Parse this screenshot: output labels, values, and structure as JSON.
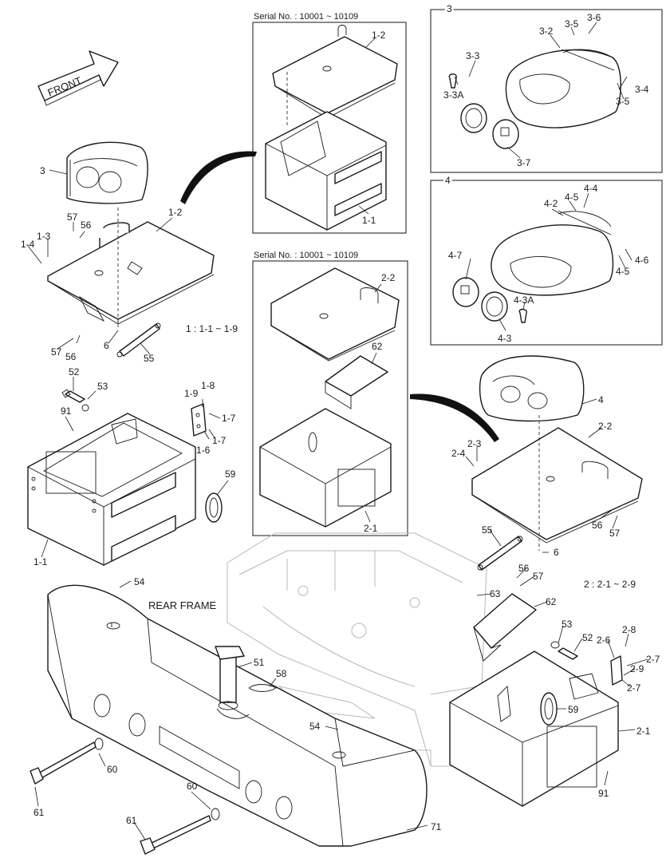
{
  "direction_arrow": "FRONT",
  "insets": {
    "serial_top": "Serial No. : 10001 ~ 10109",
    "serial_mid": "Serial No. : 10001 ~ 10109",
    "box3_title": "3",
    "box4_title": "4"
  },
  "legend": {
    "group1": "1 : 1-1 ~ 1-9",
    "group2": "2 : 2-1 ~ 2-9"
  },
  "rear_frame_label": "REAR FRAME",
  "callouts": {
    "c_3_main": "3",
    "c_1_2_main": "1-2",
    "c_57_a": "57",
    "c_56_a": "56",
    "c_1_4": "1-4",
    "c_1_3": "1-3",
    "c_57_b": "57",
    "c_56_b": "56",
    "c_6_a": "6",
    "c_55_a": "55",
    "c_52_a": "52",
    "c_53_a": "53",
    "c_91_a": "91",
    "c_1_9": "1-9",
    "c_1_8": "1-8",
    "c_1_7_a": "1-7",
    "c_1_7_b": "1-7",
    "c_1_6": "1-6",
    "c_59_a": "59",
    "c_1_1_main": "1-1",
    "c_54_a": "54",
    "c_51": "51",
    "c_58": "58",
    "c_54_b": "54",
    "c_60_a": "60",
    "c_60_b": "60",
    "c_61_a": "61",
    "c_61_b": "61",
    "c_71": "71",
    "c_top_1_2": "1-2",
    "c_top_1_1": "1-1",
    "c_mid_2_2": "2-2",
    "c_mid_62": "62",
    "c_mid_2_1": "2-1",
    "c_3_6": "3-6",
    "c_3_2": "3-2",
    "c_3_5_a": "3-5",
    "c_3_3": "3-3",
    "c_3_3a": "3-3A",
    "c_3_4": "3-4",
    "c_3_5_b": "3-5",
    "c_3_7": "3-7",
    "c_4_4": "4-4",
    "c_4_2": "4-2",
    "c_4_5_a": "4-5",
    "c_4_6": "4-6",
    "c_4_7": "4-7",
    "c_4_5_b": "4-5",
    "c_4_3a": "4-3A",
    "c_4_3": "4-3",
    "c_4_main": "4",
    "c_2_2_main": "2-2",
    "c_2_4": "2-4",
    "c_2_3": "2-3",
    "c_56_c": "56",
    "c_57_c": "57",
    "c_55_b": "55",
    "c_6_b": "6",
    "c_56_d": "56",
    "c_57_d": "57",
    "c_63": "63",
    "c_62_main": "62",
    "c_53_b": "53",
    "c_52_b": "52",
    "c_2_8": "2-8",
    "c_2_6": "2-6",
    "c_2_7_a": "2-7",
    "c_2_9": "2-9",
    "c_2_7_b": "2-7",
    "c_59_b": "59",
    "c_2_1_main": "2-1",
    "c_91_b": "91"
  }
}
